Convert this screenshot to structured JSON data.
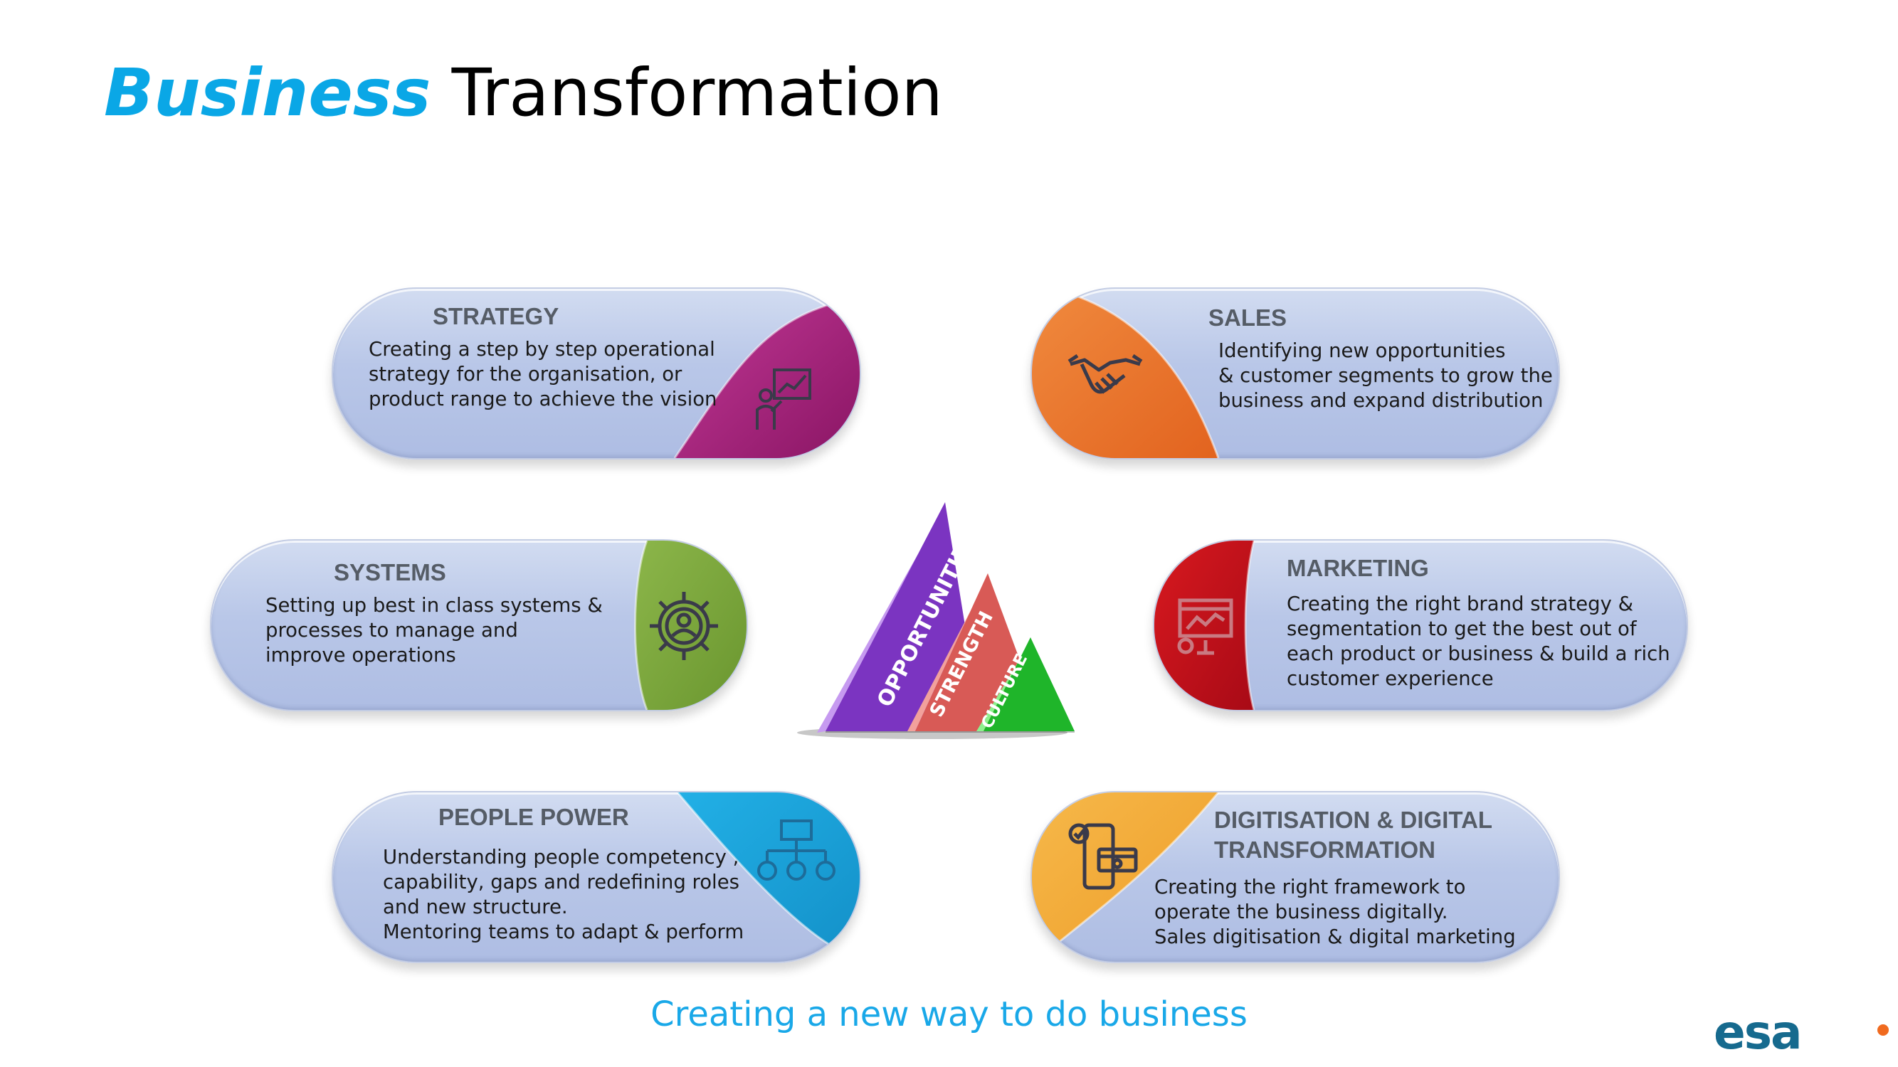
{
  "title": {
    "accent": "Business",
    "rest": "Transformation"
  },
  "cards": {
    "strategy": {
      "heading": "STRATEGY",
      "text": "Creating a step by step operational\nstrategy for the organisation, or\nproduct range to achieve the vision",
      "color": "#a51e7a",
      "icon": "presentation-chart-icon"
    },
    "sales": {
      "heading": "SALES",
      "text": "Identifying new opportunities\n& customer segments to grow the\nbusiness and expand distribution",
      "color": "#ea6f2e",
      "icon": "handshake-icon"
    },
    "systems": {
      "heading": "SYSTEMS",
      "text": "Setting up best in class systems &\nprocesses to manage and\nimprove operations",
      "color": "#7aa63b",
      "icon": "gear-person-icon"
    },
    "marketing": {
      "heading": "MARKETING",
      "text": "Creating the right brand strategy  &\nsegmentation to get the best out of\neach product or business & build  a rich\ncustomer experience",
      "color": "#c00e1d",
      "icon": "marketing-board-icon"
    },
    "people": {
      "heading": "PEOPLE POWER",
      "text": "Understanding people competency ,\ncapability, gaps and redefining roles\nand new structure.\nMentoring teams to adapt & perform",
      "color": "#1aa5da",
      "icon": "org-chart-icon"
    },
    "digital": {
      "heading": "DIGITISATION & DIGITAL\nTRANSFORMATION",
      "text": "   Creating the right framework to\noperate the business digitally.\nSales digitisation & digital marketing",
      "color": "#f3ac3c",
      "icon": "mobile-payment-icon"
    }
  },
  "pyramid": {
    "layers": [
      {
        "label": "OPPORTUNITIES",
        "color": "#7b34c1"
      },
      {
        "label": "STRENGTH",
        "color": "#d85a56"
      },
      {
        "label": "CULTURE",
        "color": "#1fb52a"
      }
    ]
  },
  "tagline": "Creating a new way to do business",
  "logo": {
    "text": "esa",
    "icon": "esa-logo-icon"
  }
}
